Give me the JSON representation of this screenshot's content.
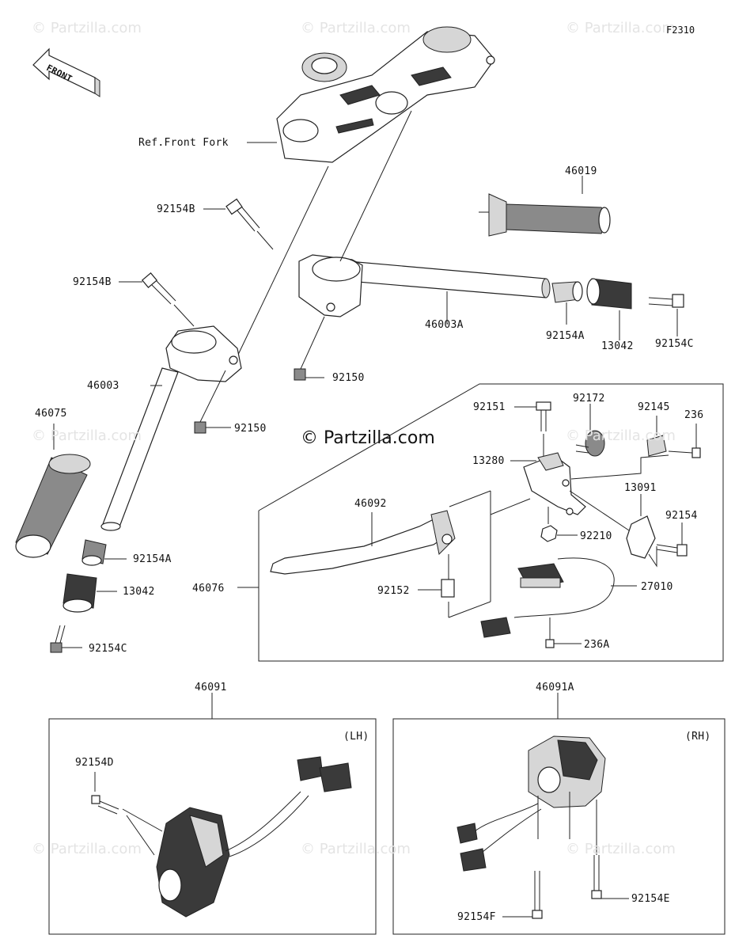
{
  "diagram_code": "F2310",
  "watermark": "© Partzilla.com",
  "center_watermark": "© Partzilla.com",
  "front_label": "FRONT",
  "ref_label": "Ref.Front Fork",
  "panels": {
    "lh_label": "(LH)",
    "rh_label": "(RH)"
  },
  "parts": {
    "p46019": "46019",
    "p92154B_top": "92154B",
    "p92154B_mid": "92154B",
    "p46003A": "46003A",
    "p92154A_r": "92154A",
    "p13042_r": "13042",
    "p92154C_r": "92154C",
    "p92150_r": "92150",
    "p46003": "46003",
    "p92150_l": "92150",
    "p46075": "46075",
    "p92154A_l": "92154A",
    "p13042_l": "13042",
    "p92154C_l": "92154C",
    "p92151": "92151",
    "p92172": "92172",
    "p92145": "92145",
    "p236": "236",
    "p13280": "13280",
    "p13091": "13091",
    "p92154": "92154",
    "p46092": "46092",
    "p92210": "92210",
    "p46076": "46076",
    "p27010": "27010",
    "p92152": "92152",
    "p236A": "236A",
    "p46091": "46091",
    "p46091A": "46091A",
    "p92154D": "92154D",
    "p92154F": "92154F",
    "p92154E": "92154E"
  }
}
